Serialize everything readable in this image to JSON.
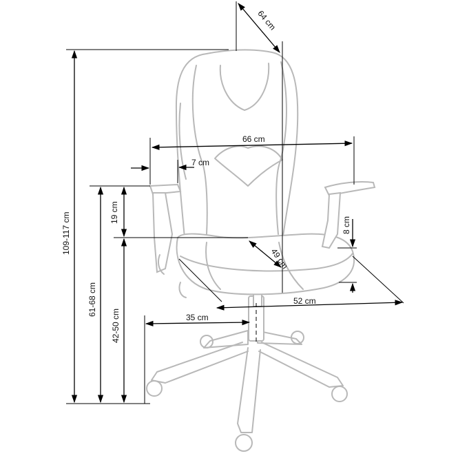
{
  "dimensions": {
    "depth_diag": "64 cm",
    "width_total": "66 cm",
    "armrest_width": "7 cm",
    "backrest_height": "19 cm",
    "armrest_adjust": "8 cm",
    "seat_diag": "49 cm",
    "seat_depth": "52 cm",
    "base_radius": "35 cm",
    "total_height": "109-117 cm",
    "armrest_height": "61-68 cm",
    "seat_height": "42-50 cm"
  },
  "colors": {
    "chair_outline": "#b8b8b8",
    "dimension_line": "#000000"
  }
}
